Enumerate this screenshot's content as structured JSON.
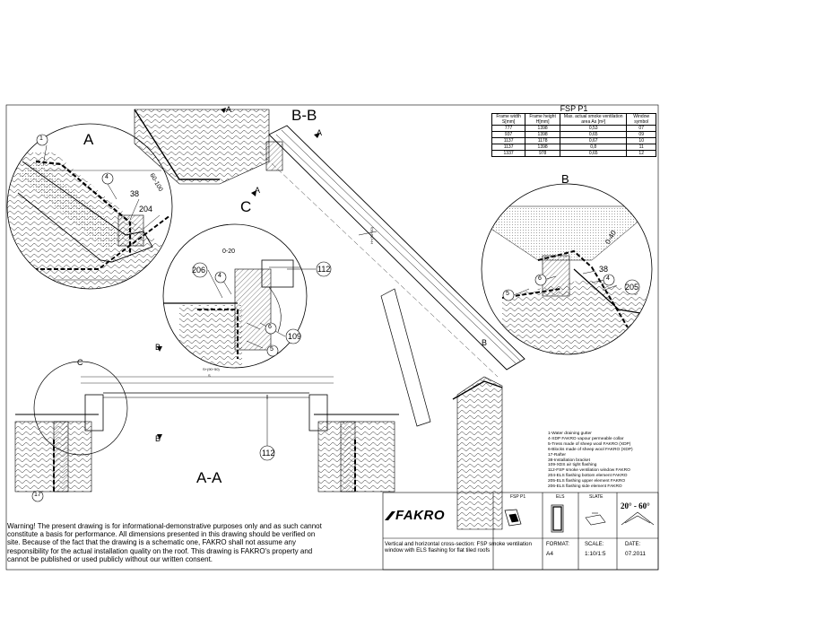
{
  "views": {
    "section_bb": "B-B",
    "section_aa": "A-A",
    "detail_a": "A",
    "detail_b": "B",
    "detail_c": "C",
    "marker_a": "A",
    "marker_b": "B",
    "marker_c": "C"
  },
  "callouts": {
    "c1": "1",
    "c4": "4",
    "c38": "38",
    "c204": "204",
    "c60_100": "60-100",
    "c206": "206",
    "c0_20": "0-20",
    "c112": "112",
    "c109": "109",
    "c6": "6",
    "c5": "5",
    "c205": "205",
    "c0_40": "0-40",
    "c17": "17"
  },
  "dims": {
    "width_dim": "S+(90÷50)",
    "width_base": "S",
    "height_dim": "H+(90÷50)"
  },
  "spec_table": {
    "title": "FSP P1",
    "headers": [
      "Frame width S[mm]",
      "Frame height H[mm]",
      "Max. actual smoke ventilation area As [m²]",
      "Window symbol"
    ],
    "rows": [
      [
        "777",
        "1398",
        "0,53",
        "07"
      ],
      [
        "937",
        "1398",
        "0,65",
        "09"
      ],
      [
        "1137",
        "1178",
        "0,67",
        "10"
      ],
      [
        "1137",
        "1398",
        "0,8",
        "11"
      ],
      [
        "1337",
        "978",
        "0,65",
        "12"
      ]
    ]
  },
  "legend": [
    "1-Water draining gutter",
    "4-XDP FAKRO vapour permeable collar",
    "5-Tress made of sheep wool FAKRO (XDP)",
    "6-Blocks made of sheep wool FAKRO (XDP)",
    "17-Rafter",
    "38-Installation bracket",
    "109-XDS air tight flashing",
    "112-FSP smoke ventilation window FAKRO",
    "204-ELS flashing bottom element FAKRO",
    "205-ELS flashing upper element FAKRO",
    "206-ELS flashing side element FAKRO"
  ],
  "warning": "Warning! The present drawing is for informational-demonstrative purposes only and as such cannot constitute a basis for performance. All dimensions presented in this drawing should be verified on site. Because of the fact that the drawing is a schematic one, FAKRO shall not assume any responsibility for the actual installation quality on the roof. This drawing is FAKRO's property and cannot be published  or used publicly without our written consent.",
  "title_block": {
    "logo": "FAKRO",
    "col_fsp": "FSP P1",
    "col_els": "ELS",
    "col_slate": "SLATE",
    "pitch": "20° - 60°",
    "description": "Vertical and horizontal cross-section: FSP smoke ventilation window with ELS flashing for flat tiled roofs",
    "format_label": "FORMAT:",
    "format_value": "A4",
    "scale_label": "SCALE:",
    "scale_value": "1:10/1:5",
    "date_label": "DATE:",
    "date_value": "07.2011"
  }
}
